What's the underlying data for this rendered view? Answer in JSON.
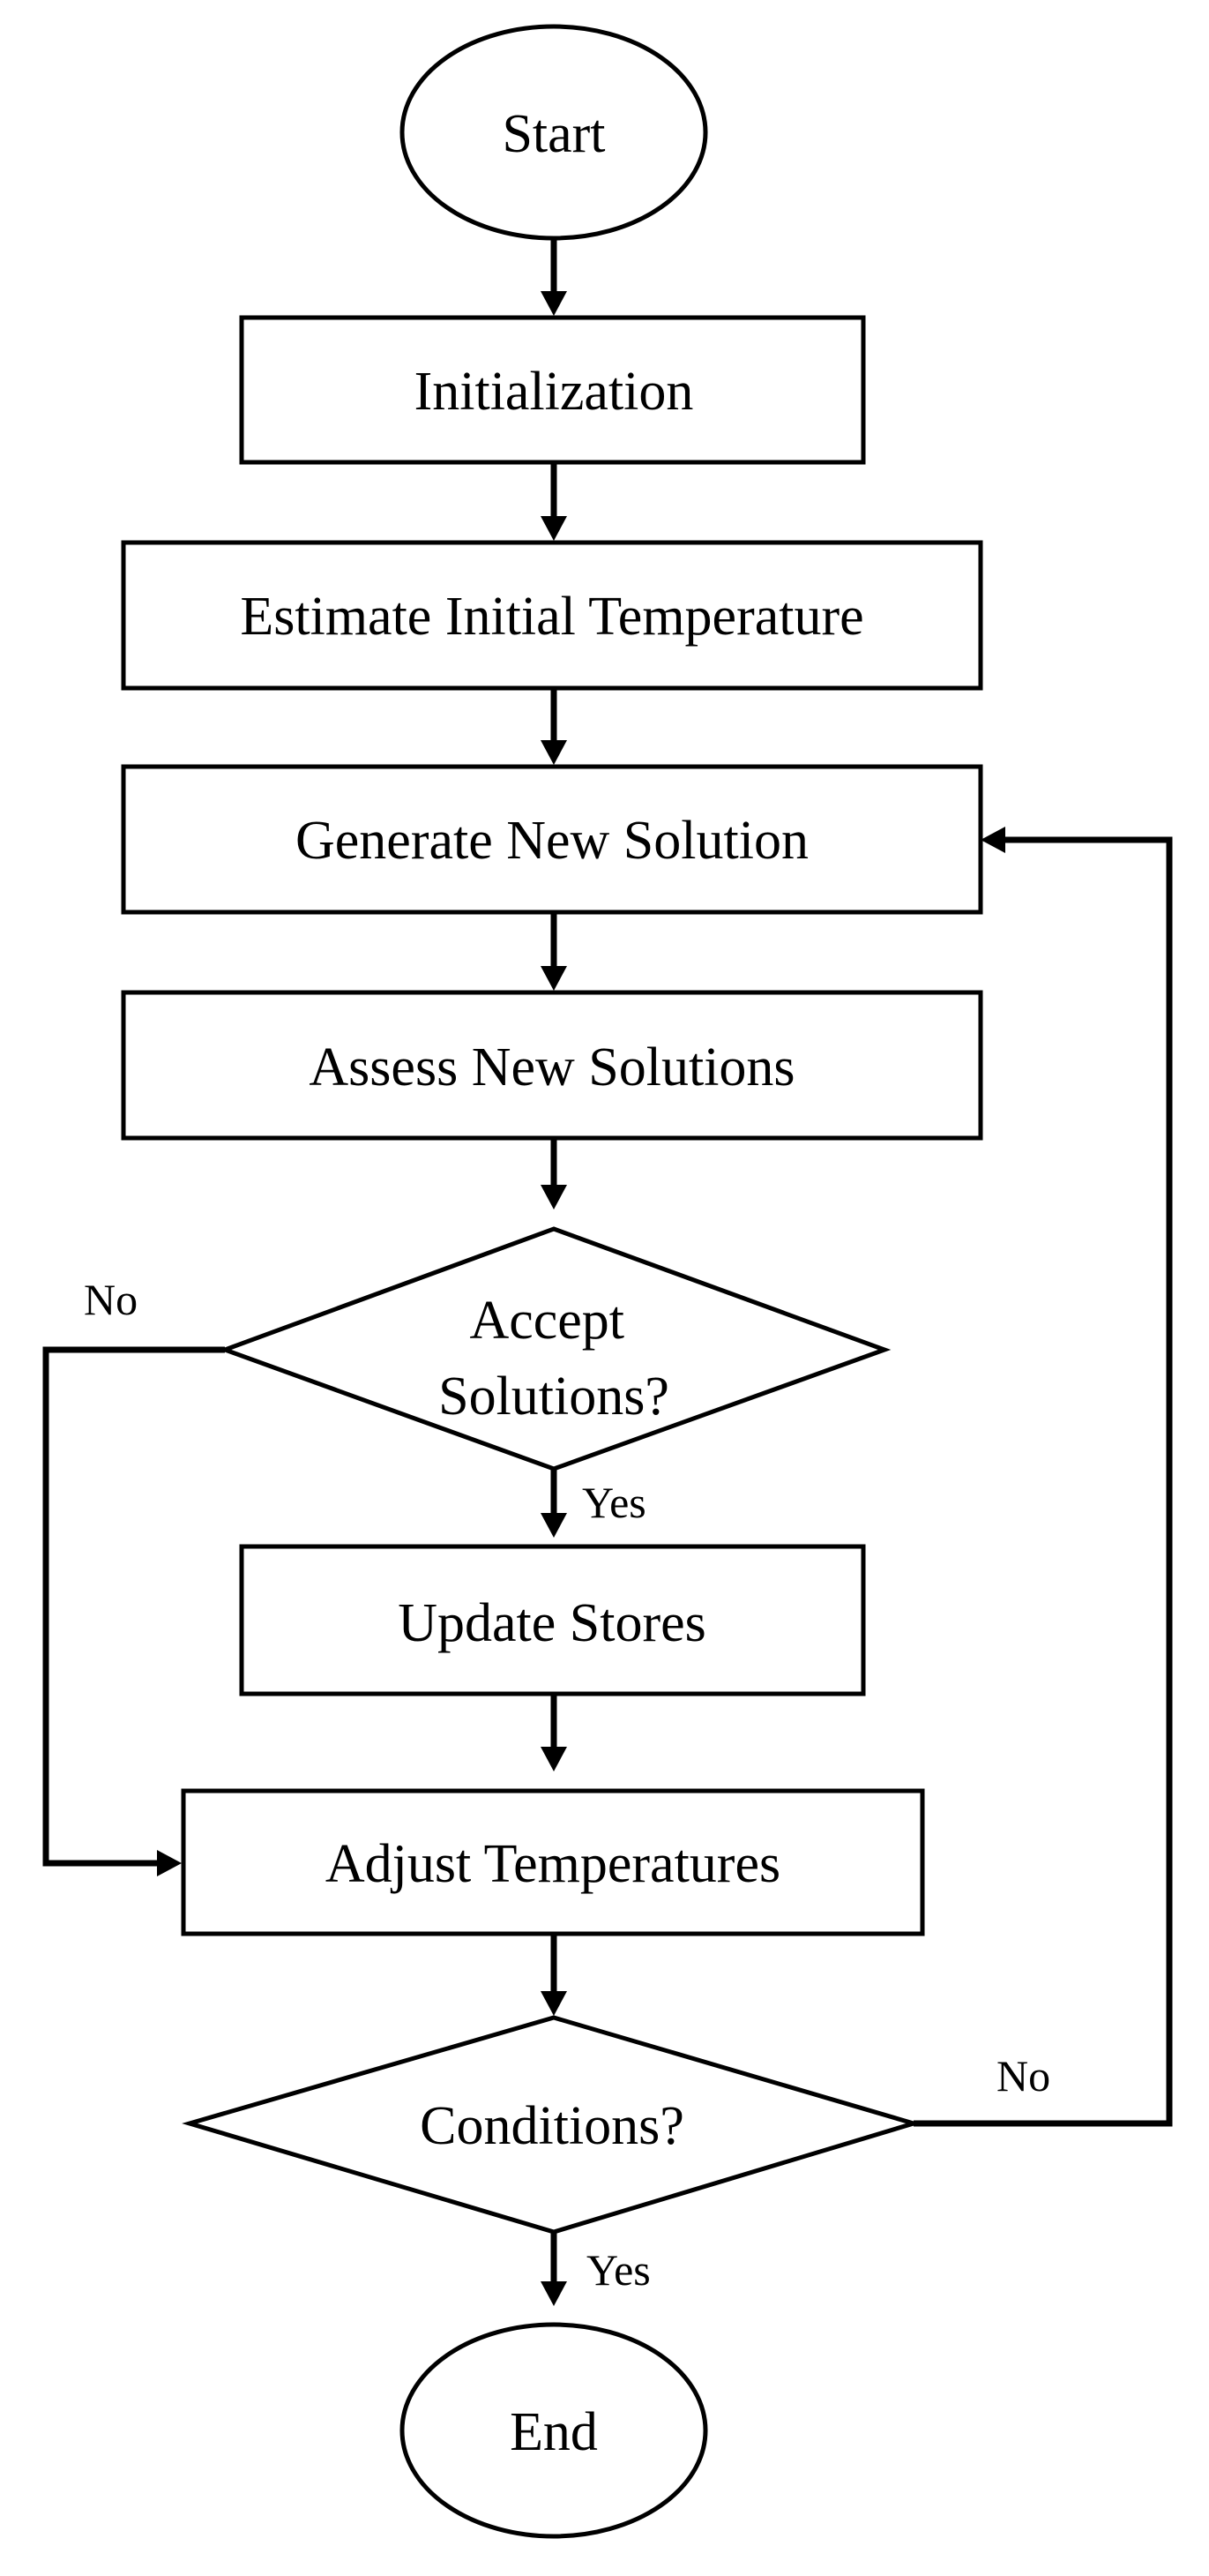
{
  "diagram": {
    "type": "flowchart",
    "nodes": [
      {
        "id": "start",
        "shape": "terminal",
        "lines": [
          "Start"
        ]
      },
      {
        "id": "init",
        "shape": "process",
        "lines": [
          "Initialization"
        ]
      },
      {
        "id": "estimate",
        "shape": "process",
        "lines": [
          "Estimate Initial Temperature"
        ]
      },
      {
        "id": "generate",
        "shape": "process",
        "lines": [
          "Generate New Solution"
        ]
      },
      {
        "id": "assess",
        "shape": "process",
        "lines": [
          "Assess New Solutions"
        ]
      },
      {
        "id": "accept",
        "shape": "decision",
        "lines": [
          "Accept",
          "Solutions?"
        ]
      },
      {
        "id": "update",
        "shape": "process",
        "lines": [
          "Update Stores"
        ]
      },
      {
        "id": "adjust",
        "shape": "process",
        "lines": [
          "Adjust Temperatures"
        ]
      },
      {
        "id": "conditions",
        "shape": "decision",
        "lines": [
          "Conditions?"
        ]
      },
      {
        "id": "end",
        "shape": "terminal",
        "lines": [
          "End"
        ]
      }
    ],
    "edges": [
      {
        "from": "start",
        "to": "init",
        "label": ""
      },
      {
        "from": "init",
        "to": "estimate",
        "label": ""
      },
      {
        "from": "estimate",
        "to": "generate",
        "label": ""
      },
      {
        "from": "generate",
        "to": "assess",
        "label": ""
      },
      {
        "from": "assess",
        "to": "accept",
        "label": ""
      },
      {
        "from": "accept",
        "to": "update",
        "label": "Yes"
      },
      {
        "from": "accept",
        "to": "adjust",
        "label": "No"
      },
      {
        "from": "update",
        "to": "adjust",
        "label": ""
      },
      {
        "from": "adjust",
        "to": "conditions",
        "label": ""
      },
      {
        "from": "conditions",
        "to": "end",
        "label": "Yes"
      },
      {
        "from": "conditions",
        "to": "generate",
        "label": "No"
      }
    ]
  }
}
